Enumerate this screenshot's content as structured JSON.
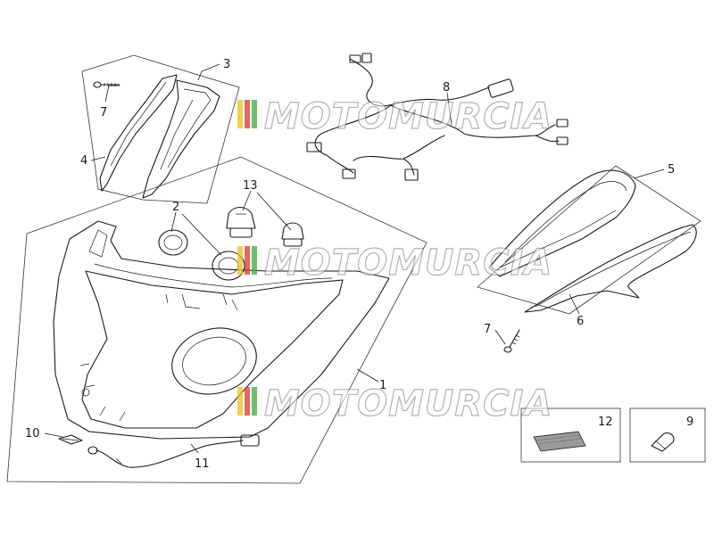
{
  "diagram": {
    "callouts": {
      "c1": "1",
      "c2": "2",
      "c3": "3",
      "c4": "4",
      "c5": "5",
      "c6": "6",
      "c7a": "7",
      "c7b": "7",
      "c8": "8",
      "c9": "9",
      "c10": "10",
      "c11": "11",
      "c12": "12",
      "c13": "13"
    }
  },
  "watermark": {
    "text": "MOTOMURCIA",
    "colors": [
      "#e8c21b",
      "#d9352b",
      "#3ca83c"
    ]
  },
  "colors": {
    "line": "#1a1a1a",
    "background": "#ffffff"
  }
}
